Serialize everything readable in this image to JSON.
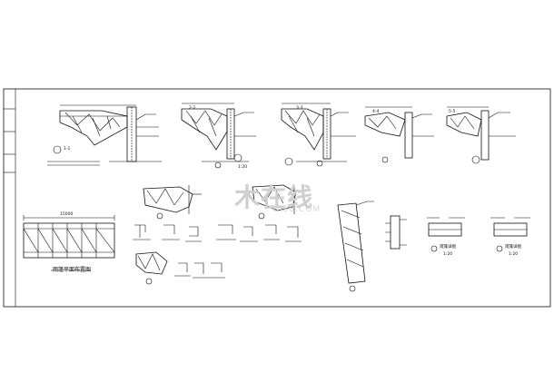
{
  "watermark": {
    "text": "木在线",
    "sub": "OI88.COM"
  },
  "plan": {
    "title": "雨篷平面布置图",
    "dimension": "15000"
  },
  "sections": [
    "1-1",
    "2-2",
    "3-3",
    "4-4",
    "5-5",
    "1:20",
    "1:20",
    "1:20"
  ],
  "details": {
    "left": "雨篷详图",
    "right": "雨篷详图"
  },
  "colors": {
    "line": "#111111",
    "background": "#ffffff",
    "watermark": "#cfcfcf"
  }
}
